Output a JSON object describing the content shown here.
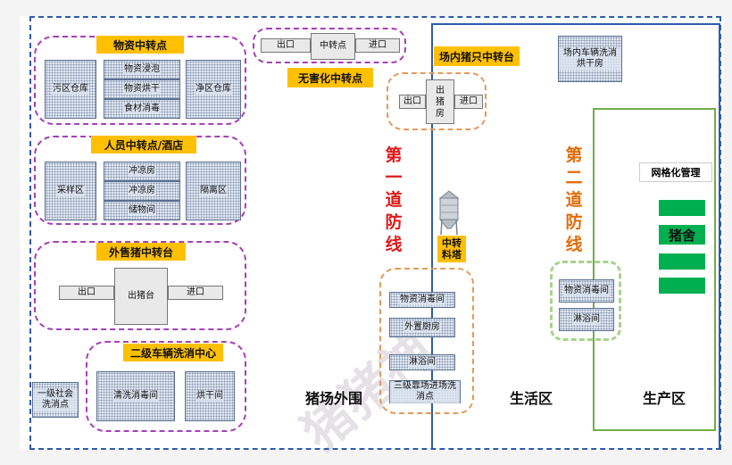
{
  "zones": {
    "outer_label": "猪场外围",
    "living_label": "生活区",
    "production_label": "生产区"
  },
  "defense": {
    "first": "第一道防线",
    "second": "第二道防线"
  },
  "materials_hub": {
    "title": "物资中转点",
    "dirty_warehouse": "污区仓库",
    "clean_warehouse": "净区仓库",
    "steps": [
      "物资浸泡",
      "物资烘干",
      "食材消毒"
    ]
  },
  "staff_hub": {
    "title": "人员中转点/酒店",
    "sampling": "采样区",
    "isolation": "隔离区",
    "rooms": [
      "冲凉房",
      "冲凉房",
      "储物间"
    ]
  },
  "pig_sale": {
    "title": "外售猪中转台",
    "exit": "出口",
    "platform": "出猪台",
    "entry": "进口"
  },
  "vehicle_wash_2": {
    "title": "二级车辆洗消中心",
    "wash_room": "清洗消毒间",
    "dry_room": "烘干间"
  },
  "social_wash": "一级社会洗消点",
  "harmless": {
    "title": "无害化中转点",
    "exit": "出口",
    "center": "中转点",
    "entry": "进口"
  },
  "inner_pig": {
    "title": "场内猪只中转台",
    "exit": "出口",
    "house": "出猪房",
    "entry": "进口"
  },
  "inner_vehicle": "场内车辆洗消烘干房",
  "feed_tower": "中转料塔",
  "first_line_rooms": [
    "物资消毒间",
    "外置厨房",
    "淋浴间",
    "三级靠场进场洗消点"
  ],
  "second_line_rooms": [
    "物资消毒间",
    "淋浴间"
  ],
  "grid_management": "网格化管理",
  "pig_house": "猪舍",
  "colors": {
    "purple": "#a63fb8",
    "orange_dash": "#e39a5a",
    "blue": "#2e5ca8",
    "green": "#70ad47",
    "green_bar": "#00b050",
    "label_fill": "#ffc000",
    "first_line": "#e01919",
    "second_line": "#e36c09"
  },
  "watermark": "猪猪神"
}
